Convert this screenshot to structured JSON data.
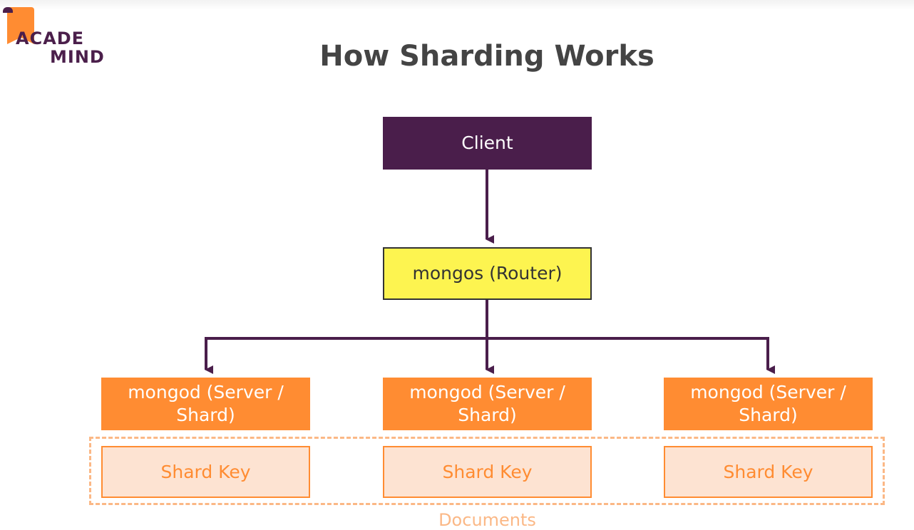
{
  "logo": {
    "line1": "ACADE",
    "line2": "MIND"
  },
  "title": "How Sharding Works",
  "diagram": {
    "client": "Client",
    "router": "mongos (Router)",
    "servers": [
      "mongod (Server / Shard)",
      "mongod (Server / Shard)",
      "mongod (Server / Shard)"
    ],
    "shard_keys": [
      "Shard Key",
      "Shard Key",
      "Shard Key"
    ],
    "documents_label": "Documents"
  },
  "colors": {
    "client_fill": "#4a1e4b",
    "router_fill": "#fdf450",
    "server_fill": "#ff8c32",
    "shard_key_fill": "#fde3d2",
    "connector": "#4a1e4b",
    "documents_dash": "#fbb886"
  }
}
